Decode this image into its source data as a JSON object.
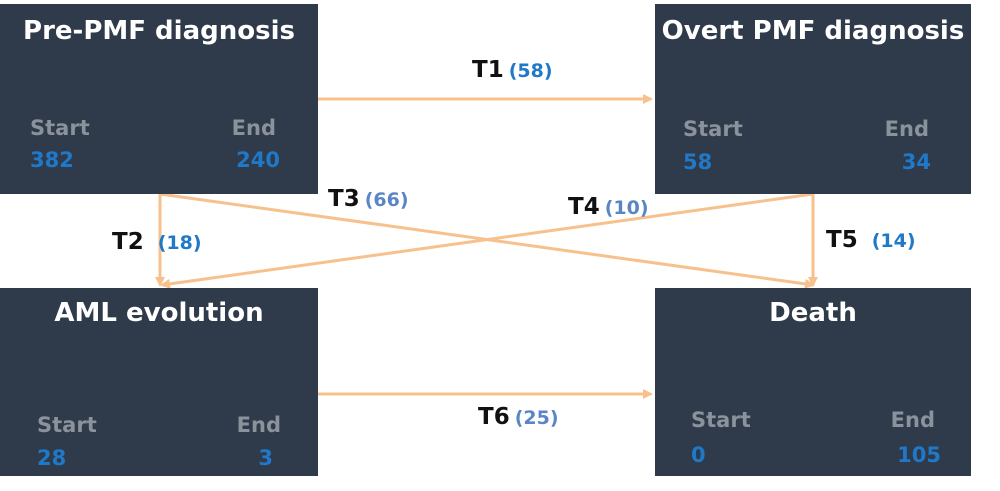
{
  "colors": {
    "box": "#2f3b4a",
    "label": "#8a929c",
    "value": "#1f78c8",
    "arrow": "#f7c08c"
  },
  "states": {
    "pre_pmf": {
      "title": "Pre-PMF diagnosis",
      "start_label": "Start",
      "end_label": "End",
      "start": "382",
      "end": "240"
    },
    "overt_pmf": {
      "title": "Overt PMF diagnosis",
      "start_label": "Start",
      "end_label": "End",
      "start": "58",
      "end": "34"
    },
    "aml": {
      "title": "AML evolution",
      "start_label": "Start",
      "end_label": "End",
      "start": "28",
      "end": "3"
    },
    "death": {
      "title": "Death",
      "start_label": "Start",
      "end_label": "End",
      "start": "0",
      "end": "105"
    }
  },
  "transitions": {
    "t1": {
      "name": "T1",
      "count": "(58)"
    },
    "t2": {
      "name": "T2",
      "count": "(18)"
    },
    "t3": {
      "name": "T3",
      "count": "(66)"
    },
    "t4": {
      "name": "T4",
      "count": "(10)"
    },
    "t5": {
      "name": "T5",
      "count": "(14)"
    },
    "t6": {
      "name": "T6",
      "count": "(25)"
    }
  }
}
